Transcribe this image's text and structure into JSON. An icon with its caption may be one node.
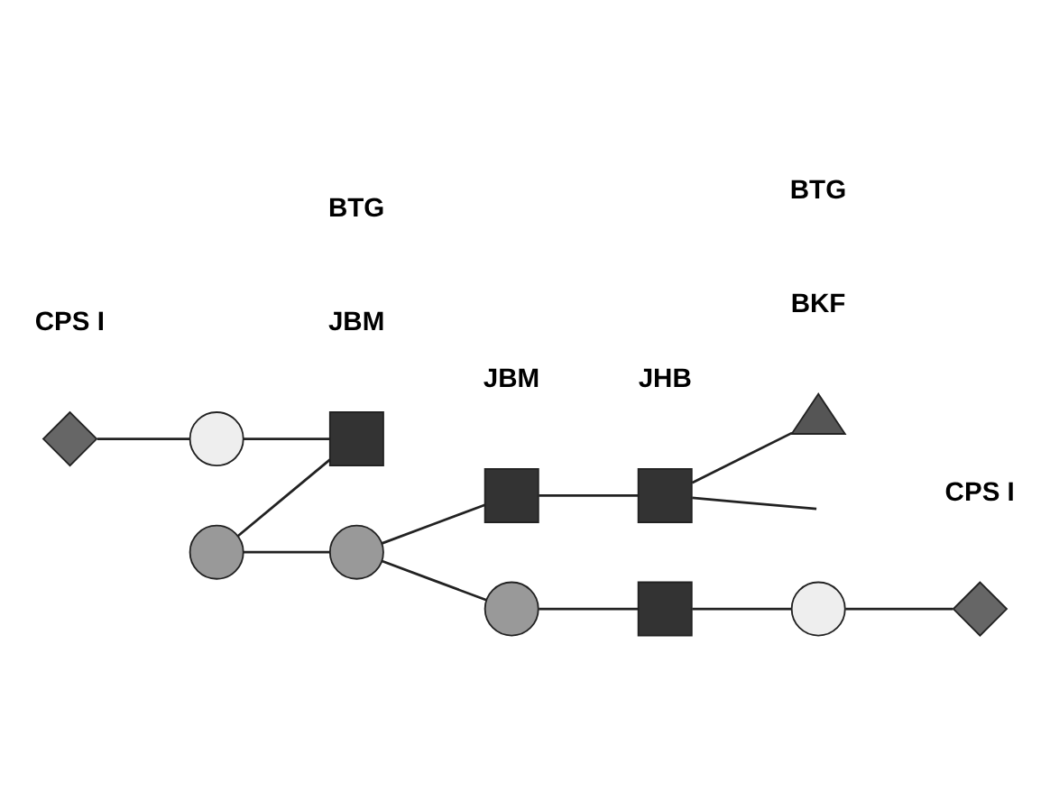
{
  "diagram": {
    "nodes": [
      {
        "text": [],
        "shape": "diamond"
      },
      {
        "text": [],
        "shape": "circle"
      },
      {
        "text": [],
        "shape": "box"
      },
      {
        "text": [],
        "shape": "circle"
      },
      {
        "text": [],
        "shape": "circle"
      },
      {
        "text": [],
        "shape": "box"
      },
      {
        "text": [],
        "shape": "box"
      },
      {
        "text": [],
        "shape": "triangle"
      },
      {
        "text": [],
        "shape": "circle"
      },
      {
        "text": [],
        "shape": "box"
      },
      {
        "text": [],
        "shape": "circle"
      },
      {
        "text": [],
        "shape": "diamond"
      }
    ],
    "edges": [
      {
        "from": 0,
        "to": 1,
        "arrow": "none"
      },
      {
        "from": 1,
        "to": 2,
        "arrow": "none"
      },
      {
        "from": 3,
        "to": 2,
        "arrow": "none"
      },
      {
        "from": 3,
        "to": 4,
        "arrow": "none"
      },
      {
        "from": 4,
        "to": 5,
        "arrow": "none"
      },
      {
        "from": 5,
        "to": 6,
        "arrow": "none"
      },
      {
        "from": 6,
        "to": 7,
        "arrow": "none"
      },
      {
        "from": 6,
        "to": null,
        "arrow": "none"
      },
      {
        "from": 4,
        "to": 8,
        "arrow": "none"
      },
      {
        "from": 8,
        "to": 9,
        "arrow": "none"
      },
      {
        "from": 9,
        "to": 10,
        "arrow": "none"
      },
      {
        "from": 10,
        "to": 11,
        "arrow": "none"
      }
    ],
    "labels": [
      "BKF",
      "JBM",
      "BTG",
      "CPS I",
      "JBM",
      "JHB",
      "BTG",
      "CPS I"
    ]
  }
}
